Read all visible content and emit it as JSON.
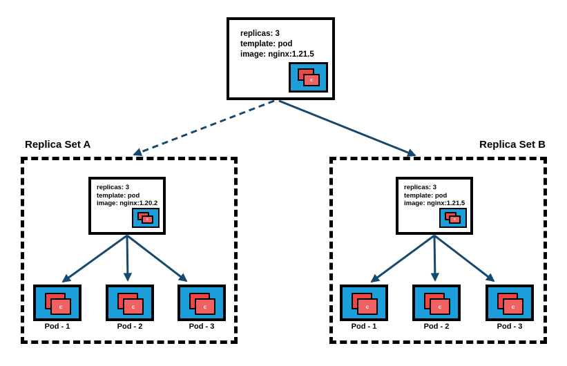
{
  "deployment": {
    "spec": [
      "replicas: 3",
      "template: pod",
      "image: nginx:1.21.5"
    ]
  },
  "replica_sets": [
    {
      "label": "Replica Set A",
      "link_style": "dashed",
      "spec": [
        "replicas: 3",
        "template: pod",
        "image: nginx:1.20.2"
      ],
      "pods": [
        {
          "label": "Pod - 1"
        },
        {
          "label": "Pod - 2"
        },
        {
          "label": "Pod - 3"
        }
      ]
    },
    {
      "label": "Replica Set B",
      "link_style": "solid",
      "spec": [
        "replicas: 3",
        "template: pod",
        "image: nginx:1.21.5"
      ],
      "pods": [
        {
          "label": "Pod - 1"
        },
        {
          "label": "Pod - 2"
        },
        {
          "label": "Pod - 3"
        }
      ]
    }
  ],
  "icons": {
    "container_icon": "container-stack-icon",
    "container_letter": "c"
  },
  "colors": {
    "pod_blue": "#1b9ed9",
    "container_red": "#f16161",
    "container_red_back": "#ee4545",
    "arrow_navy": "#17496f",
    "border": "#000000",
    "background": "#ffffff"
  }
}
